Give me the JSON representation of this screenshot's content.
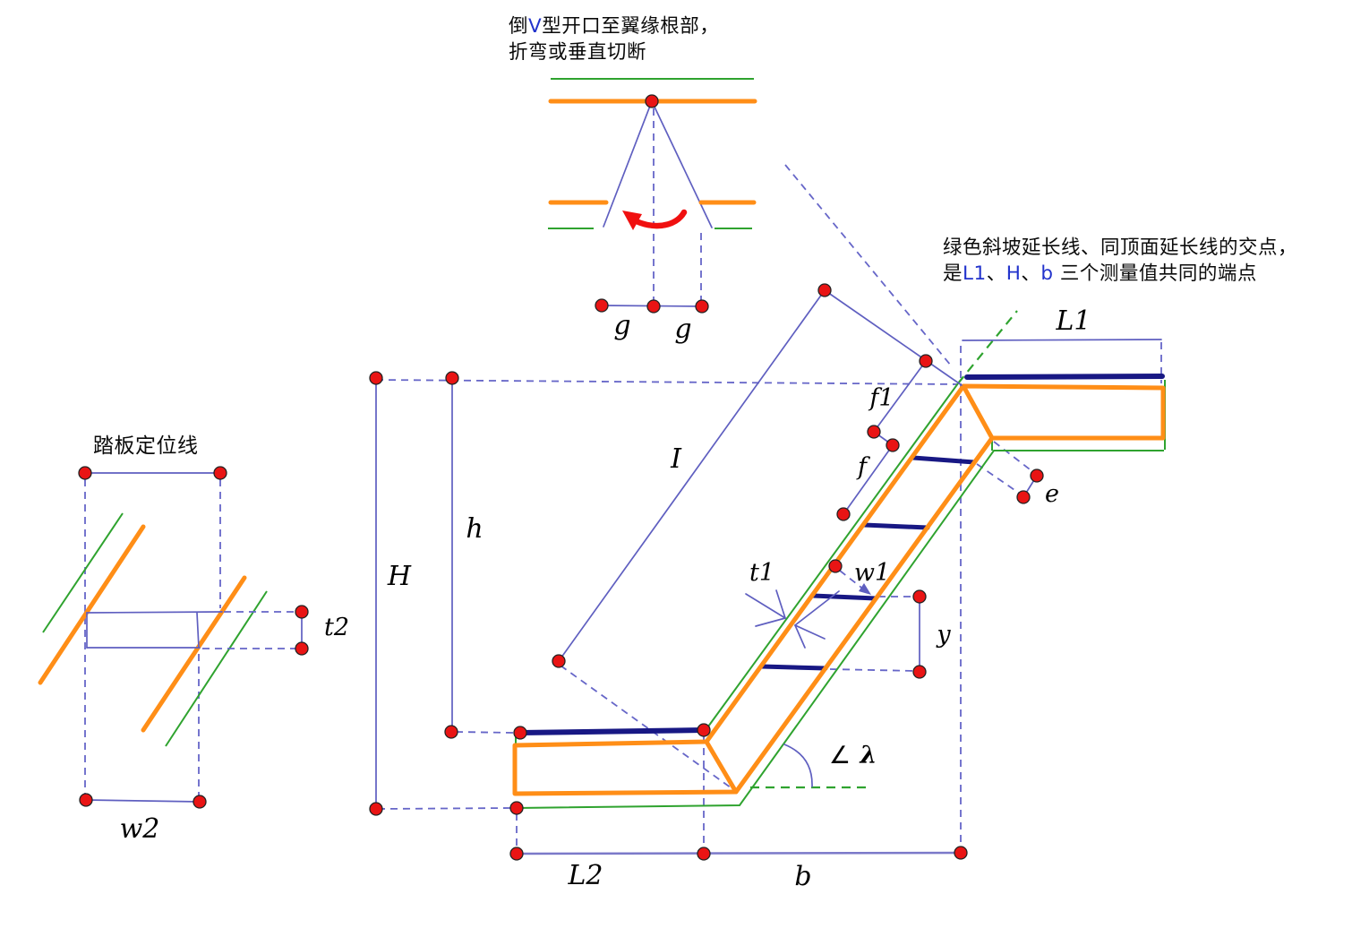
{
  "notes": {
    "v_cut": {
      "line1_pre": "倒",
      "line1_highlight": "V",
      "line1_post": "型开口至翼缘根部，",
      "line2": "折弯或垂直切断"
    },
    "apex": {
      "line1": "绿色斜坡延长线、同顶面延长线的交点，",
      "line2_pre": "是",
      "m1": "L1",
      "sep1": "、",
      "m2": "H",
      "sep2": "、",
      "m3": "b",
      "line2_post": " 三个测量值共同的端点"
    },
    "tread_locating": "踏板定位线"
  },
  "measurements": {
    "L1": "L1",
    "L2": "L2",
    "H": "H",
    "h": "h",
    "I": "I",
    "b": "b",
    "f1": "f1",
    "f": "f",
    "e": "e",
    "t1": "t1",
    "t2": "t2",
    "w1": "w1",
    "w2": "w2",
    "y": "y",
    "g_left": "g",
    "g_right": "g",
    "angle_symbol": "∠",
    "lambda": "λ"
  },
  "colors": {
    "orange": "#FF8E17",
    "navy": "#181884",
    "blue_line": "#5F5FC0",
    "blue_dashed": "#6666C8",
    "green": "#2FA32F",
    "red_dot": "#E91414",
    "red_arrow": "#F01010",
    "text_black": "#000000",
    "text_blue": "#2233CC",
    "background": "#FFFFFF"
  }
}
